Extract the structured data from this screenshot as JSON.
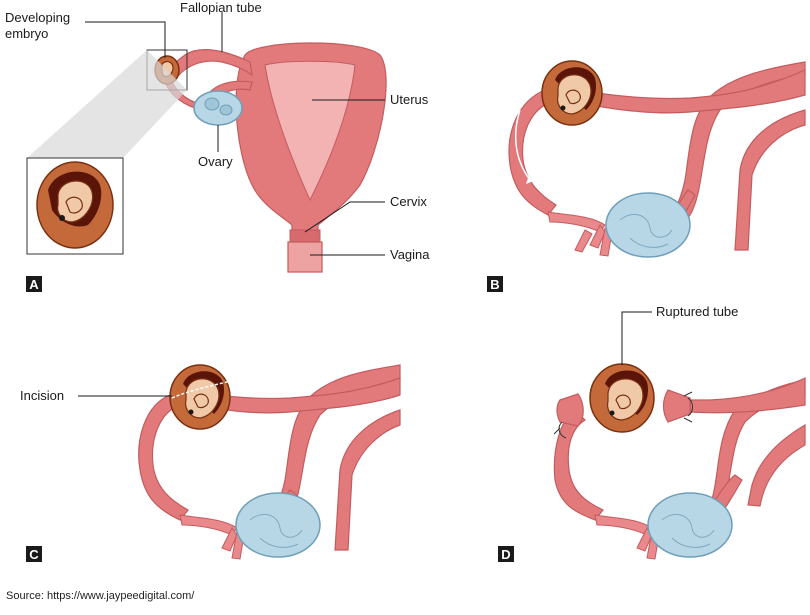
{
  "panels": [
    {
      "id": "A",
      "letter": "A"
    },
    {
      "id": "B",
      "letter": "B"
    },
    {
      "id": "C",
      "letter": "C"
    },
    {
      "id": "D",
      "letter": "D"
    }
  ],
  "labels": {
    "developing_embryo_line1": "Developing",
    "developing_embryo_line2": "embryo",
    "fallopian_tube": "Fallopian tube",
    "uterus": "Uterus",
    "ovary": "Ovary",
    "cervix": "Cervix",
    "vagina": "Vagina",
    "incision": "Incision",
    "ruptured_tube": "Ruptured tube"
  },
  "source": "Source: https://www.jaypeedigital.com/",
  "colors": {
    "tissue": "#e27a7c",
    "ovary": "#b8d7e6",
    "gestational_sac": "#c46a3a",
    "badge": "#1a1a1a"
  }
}
